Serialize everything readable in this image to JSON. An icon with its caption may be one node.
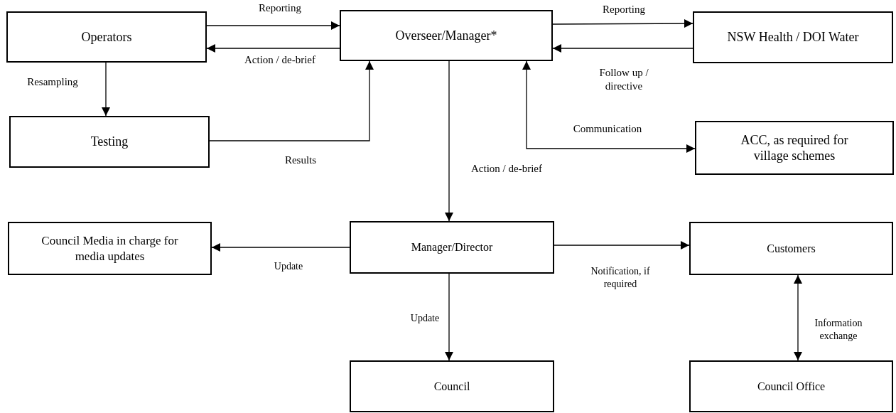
{
  "diagram": {
    "nodes": [
      {
        "text": [
          "Operators"
        ]
      },
      {
        "text": [
          "Overseer/Manager*"
        ]
      },
      {
        "text": [
          "NSW Health / DOI Water"
        ]
      },
      {
        "text": [
          "Testing"
        ]
      },
      {
        "text": [
          "ACC, as required for village schemes"
        ]
      },
      {
        "text": [
          "Council Media in charge for media updates"
        ]
      },
      {
        "text": [
          "Manager/Director"
        ]
      },
      {
        "text": [
          "Customers"
        ]
      },
      {
        "text": [
          "Council"
        ]
      },
      {
        "text": [
          "Council Office"
        ]
      }
    ],
    "edges": [
      {
        "from": 0,
        "to": 1,
        "arrow": "to",
        "label": "Reporting"
      },
      {
        "from": 1,
        "to": 0,
        "arrow": "to",
        "label": "Action / de-brief"
      },
      {
        "from": 1,
        "to": 2,
        "arrow": "to",
        "label": "Reporting"
      },
      {
        "from": 2,
        "to": 1,
        "arrow": "to",
        "label": "Follow up / directive"
      },
      {
        "from": 0,
        "to": 3,
        "arrow": "to",
        "label": "Resampling"
      },
      {
        "from": 3,
        "to": 1,
        "arrow": "to",
        "label": "Results"
      },
      {
        "from": 1,
        "to": 4,
        "arrow": "both",
        "label": "Communication"
      },
      {
        "from": 1,
        "to": 6,
        "arrow": "to",
        "label": "Action / de-brief"
      },
      {
        "from": 6,
        "to": 5,
        "arrow": "to",
        "label": "Update"
      },
      {
        "from": 6,
        "to": 7,
        "arrow": "to",
        "label": "Notification, if required"
      },
      {
        "from": 6,
        "to": 8,
        "arrow": "to",
        "label": "Update"
      },
      {
        "from": 7,
        "to": 9,
        "arrow": "both",
        "label": "Information exchange"
      }
    ]
  }
}
